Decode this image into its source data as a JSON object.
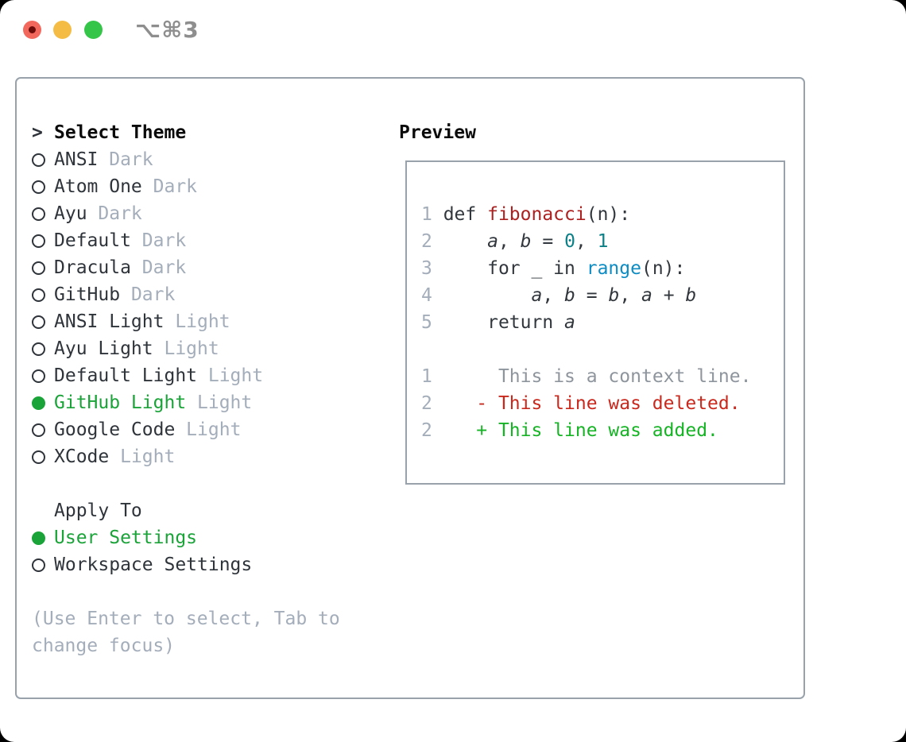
{
  "colors": {
    "tl-red": "#f2685c",
    "tl-red-dot": "#6d0d0b",
    "tl-yellow": "#f5bc45",
    "tl-green": "#35c548",
    "shortcut": "#8e8e8e",
    "border": "#99a2ab",
    "dark": "#2f343b",
    "muted": "#a4adba",
    "green": "#1aa338",
    "code": "#32373d",
    "fn": "#ac2020",
    "num": "#0d8087",
    "bi": "#0d8cc4",
    "ctx": "#8e959d",
    "del": "#c9281d",
    "add": "#16b325"
  },
  "titlebar": {
    "shortcut": "⌥⌘3",
    "buttons": [
      "close",
      "minimize",
      "zoom"
    ]
  },
  "theme_picker": {
    "prompt": ">",
    "title": "Select Theme",
    "items": [
      {
        "name": "ANSI",
        "variant": "Dark",
        "selected": false
      },
      {
        "name": "Atom One",
        "variant": "Dark",
        "selected": false
      },
      {
        "name": "Ayu",
        "variant": "Dark",
        "selected": false
      },
      {
        "name": "Default",
        "variant": "Dark",
        "selected": false
      },
      {
        "name": "Dracula",
        "variant": "Dark",
        "selected": false
      },
      {
        "name": "GitHub",
        "variant": "Dark",
        "selected": false
      },
      {
        "name": "ANSI Light",
        "variant": "Light",
        "selected": false
      },
      {
        "name": "Ayu Light",
        "variant": "Light",
        "selected": false
      },
      {
        "name": "Default Light",
        "variant": "Light",
        "selected": false
      },
      {
        "name": "GitHub Light",
        "variant": "Light",
        "selected": true
      },
      {
        "name": "Google Code",
        "variant": "Light",
        "selected": false
      },
      {
        "name": "XCode",
        "variant": "Light",
        "selected": false
      }
    ]
  },
  "apply_to": {
    "title": "Apply To",
    "options": [
      {
        "name": "User Settings",
        "selected": true
      },
      {
        "name": "Workspace Settings",
        "selected": false
      }
    ]
  },
  "help": {
    "lines": [
      "(Use Enter to select, Tab to",
      "change focus)"
    ]
  },
  "preview": {
    "title": "Preview",
    "code_lines": [
      [
        [
          "1 ",
          "ln"
        ],
        [
          "def ",
          "pln"
        ],
        [
          "fibonacci",
          "fn"
        ],
        [
          "(n):",
          "pln"
        ]
      ],
      [
        [
          "2",
          "ln"
        ],
        [
          "     ",
          "pln"
        ],
        [
          "a",
          "var"
        ],
        [
          ", ",
          "pln"
        ],
        [
          "b",
          "var"
        ],
        [
          " = ",
          "pln"
        ],
        [
          "0",
          "num"
        ],
        [
          ", ",
          "pln"
        ],
        [
          "1",
          "num"
        ]
      ],
      [
        [
          "3",
          "ln"
        ],
        [
          "     for _ in ",
          "pln"
        ],
        [
          "range",
          "bi"
        ],
        [
          "(n):",
          "pln"
        ]
      ],
      [
        [
          "4",
          "ln"
        ],
        [
          "         ",
          "pln"
        ],
        [
          "a",
          "var"
        ],
        [
          ", ",
          "pln"
        ],
        [
          "b",
          "var"
        ],
        [
          " = ",
          "pln"
        ],
        [
          "b",
          "var"
        ],
        [
          ", ",
          "pln"
        ],
        [
          "a",
          "var"
        ],
        [
          " + ",
          "pln"
        ],
        [
          "b",
          "var"
        ]
      ],
      [
        [
          "5",
          "ln"
        ],
        [
          "     return ",
          "pln"
        ],
        [
          "a",
          "var"
        ]
      ],
      [],
      [
        [
          "1",
          "ln"
        ],
        [
          "      ",
          "pln"
        ],
        [
          "This is a context line.",
          "ctx"
        ]
      ],
      [
        [
          "2",
          "ln"
        ],
        [
          "    ",
          "pln"
        ],
        [
          "- This line was deleted.",
          "del"
        ]
      ],
      [
        [
          "2",
          "ln"
        ],
        [
          "    ",
          "pln"
        ],
        [
          "+ This line was added.",
          "add"
        ]
      ]
    ]
  }
}
